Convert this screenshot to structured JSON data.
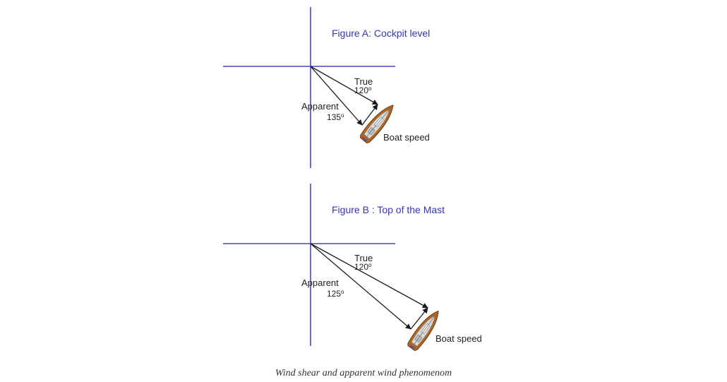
{
  "figure_a": {
    "title": "Figure A: Cockpit level",
    "true_label": "True",
    "true_angle": "120",
    "apparent_label": "Apparent",
    "apparent_angle": "135",
    "boat_speed_label": "Boat speed",
    "degree_symbol": "o"
  },
  "figure_b": {
    "title": "Figure B : Top of the Mast",
    "true_label": "True",
    "true_angle": "120",
    "apparent_label": "Apparent",
    "apparent_angle": "125",
    "boat_speed_label": "Boat speed",
    "degree_symbol": "o"
  },
  "caption": "Wind shear and apparent wind phenomenom",
  "colors": {
    "axis": "#4646c8",
    "title": "#3535b5",
    "arrow": "#1a1a1a",
    "hull": "#b5651d",
    "deck": "#d9d9d9"
  }
}
